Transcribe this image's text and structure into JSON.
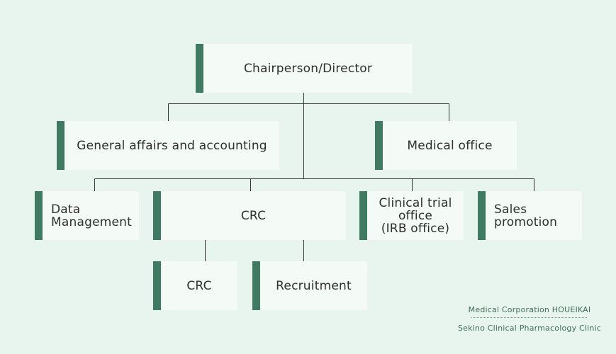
{
  "chart": {
    "top": "Chairperson/Director",
    "general": "General affairs and accounting",
    "medical": "Medical office",
    "data_mgmt": "Data\nManagement",
    "crc_parent": "CRC",
    "clinical_trial": "Clinical trial\noffice\n(IRB office)",
    "sales": "Sales\npromotion",
    "crc_child": "CRC",
    "recruitment": "Recruitment"
  },
  "footer": {
    "line1": "Medical Corporation HOUEIKAI",
    "line2": "Sekino Clinical Pharmacology Clinic"
  },
  "colors": {
    "background": "#e8f5ee",
    "box": "#f4faf6",
    "accent": "#3f7a62",
    "line": "#333333"
  }
}
